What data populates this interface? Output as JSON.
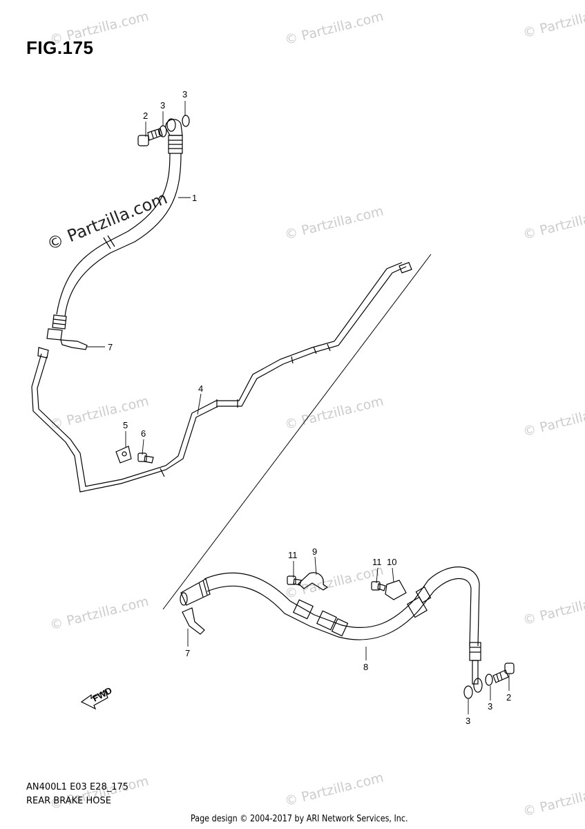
{
  "figure": {
    "title": "FIG.175",
    "model_code": "AN400L1 E03 E28_175",
    "part_name": "REAR BRAKE HOSE",
    "credit": "Page design © 2004-2017 by ARI Network Services, Inc.",
    "fwd_label": "FWD"
  },
  "watermark": {
    "text": "© Partzilla.com",
    "main_text": "© Partzilla.com"
  },
  "callouts": {
    "c1": "1",
    "c2a": "2",
    "c3a": "3",
    "c3b": "3",
    "c7a": "7",
    "c4": "4",
    "c5": "5",
    "c6": "6",
    "c11a": "11",
    "c9": "9",
    "c11b": "11",
    "c10": "10",
    "c7b": "7",
    "c8": "8",
    "c3c": "3",
    "c3d": "3",
    "c2b": "2"
  }
}
